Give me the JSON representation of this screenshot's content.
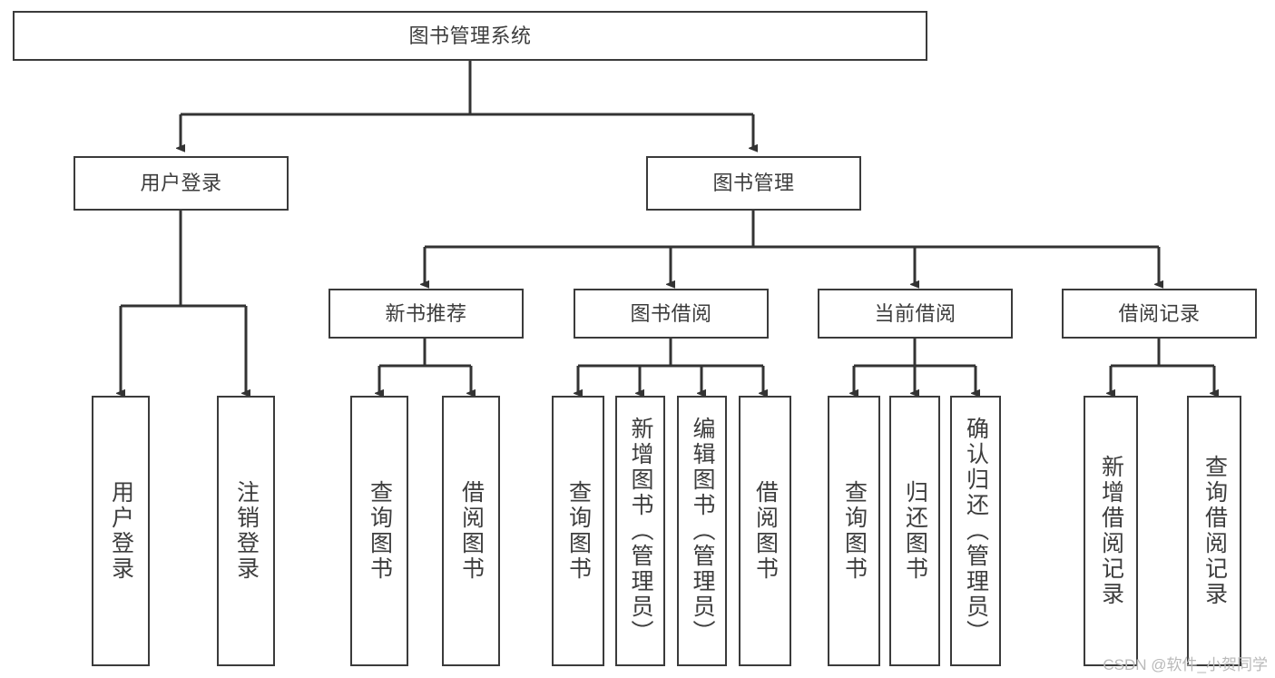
{
  "diagram": {
    "type": "tree-hierarchy",
    "title": "图书管理系统",
    "watermark": "CSDN @软件_小贺同学",
    "colors": {
      "box_border": "#3b3b3b",
      "box_fill": "#ffffff",
      "connector": "#333333",
      "text": "#3d3d3d",
      "watermark": "#b9b9b9",
      "background": "#ffffff"
    },
    "nodes": {
      "root": {
        "label": "图书管理系统",
        "level": 1,
        "orientation": "horizontal"
      },
      "l2": [
        {
          "id": "user-login",
          "label": "用户登录",
          "level": 2,
          "orientation": "horizontal"
        },
        {
          "id": "book-manage",
          "label": "图书管理",
          "level": 2,
          "orientation": "horizontal"
        }
      ],
      "l3": [
        {
          "id": "new-book-recommend",
          "label": "新书推荐",
          "level": 3,
          "orientation": "horizontal",
          "parent": "book-manage"
        },
        {
          "id": "book-borrow",
          "label": "图书借阅",
          "level": 3,
          "orientation": "horizontal",
          "parent": "book-manage"
        },
        {
          "id": "current-borrow",
          "label": "当前借阅",
          "level": 3,
          "orientation": "horizontal",
          "parent": "book-manage"
        },
        {
          "id": "borrow-record",
          "label": "借阅记录",
          "level": 3,
          "orientation": "horizontal",
          "parent": "book-manage"
        }
      ],
      "leaves": [
        {
          "id": "leaf-user-login",
          "label": "用户登录",
          "parent": "user-login",
          "orientation": "vertical"
        },
        {
          "id": "leaf-logout-login",
          "label": "注销登录",
          "parent": "user-login",
          "orientation": "vertical"
        },
        {
          "id": "leaf-query-book-1",
          "label": "查询图书",
          "parent": "new-book-recommend",
          "orientation": "vertical"
        },
        {
          "id": "leaf-borrow-book-1",
          "label": "借阅图书",
          "parent": "new-book-recommend",
          "orientation": "vertical"
        },
        {
          "id": "leaf-query-book-2",
          "label": "查询图书",
          "parent": "book-borrow",
          "orientation": "vertical"
        },
        {
          "id": "leaf-add-book",
          "label": "新增图书（管理员）",
          "parent": "book-borrow",
          "orientation": "vertical"
        },
        {
          "id": "leaf-edit-book",
          "label": "编辑图书（管理员）",
          "parent": "book-borrow",
          "orientation": "vertical"
        },
        {
          "id": "leaf-borrow-book-2",
          "label": "借阅图书",
          "parent": "book-borrow",
          "orientation": "vertical"
        },
        {
          "id": "leaf-query-book-3",
          "label": "查询图书",
          "parent": "current-borrow",
          "orientation": "vertical"
        },
        {
          "id": "leaf-return-book",
          "label": "归还图书",
          "parent": "current-borrow",
          "orientation": "vertical"
        },
        {
          "id": "leaf-confirm-return",
          "label": "确认归还（管理员）",
          "parent": "current-borrow",
          "orientation": "vertical"
        },
        {
          "id": "leaf-add-record",
          "label": "新增借阅记录",
          "parent": "borrow-record",
          "orientation": "vertical"
        },
        {
          "id": "leaf-query-record",
          "label": "查询借阅记录",
          "parent": "borrow-record",
          "orientation": "vertical"
        }
      ]
    }
  }
}
